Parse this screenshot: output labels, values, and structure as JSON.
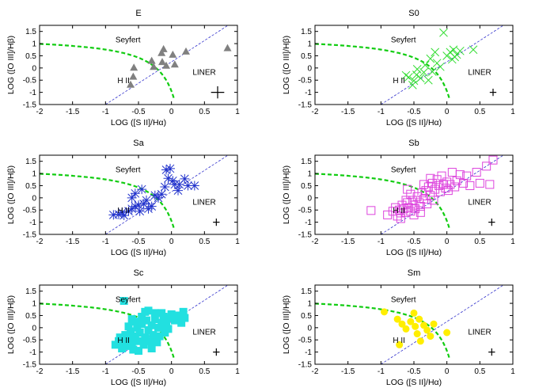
{
  "chart_data": [
    {
      "type": "scatter",
      "title": "E",
      "xlabel": "LOG ([S II]/Hα)",
      "ylabel": "LOG ([O III]/Hβ)",
      "xlim": [
        -2,
        1
      ],
      "ylim": [
        -1.5,
        1.75
      ],
      "xticks": [
        "-2",
        "-1.5",
        "-1",
        "-0.5",
        "0",
        "0.5",
        "1"
      ],
      "yticks": [
        "-1.5",
        "-1",
        "-0.5",
        "0",
        "0.5",
        "1",
        "1.5"
      ],
      "marker": "triangle",
      "color": "#808080",
      "region_labels": {
        "seyfert": "Seyfert",
        "hii": "H II",
        "liner": "LINER"
      },
      "points": [
        [
          -0.57,
          0.02
        ],
        [
          -0.58,
          -0.35
        ],
        [
          -0.62,
          -0.68
        ],
        [
          -0.3,
          0.3
        ],
        [
          -0.15,
          0.62
        ],
        [
          -0.12,
          0.78
        ],
        [
          -0.27,
          0.05
        ],
        [
          -0.14,
          0.25
        ],
        [
          -0.08,
          0.1
        ],
        [
          0.05,
          0.15
        ],
        [
          0.02,
          0.55
        ],
        [
          0.22,
          0.68
        ],
        [
          0.85,
          0.82
        ]
      ],
      "errorbar": {
        "x": 0.7,
        "y": -1.0,
        "dx": 0.1,
        "dy": 0.25
      }
    },
    {
      "type": "scatter",
      "title": "S0",
      "xlabel": "LOG ([S II]/Hα)",
      "ylabel": "LOG ([O III]/Hβ)",
      "xlim": [
        -2,
        1
      ],
      "ylim": [
        -1.5,
        1.75
      ],
      "xticks": [
        "-2",
        "-1.5",
        "-1",
        "-0.5",
        "0",
        "0.5",
        "1"
      ],
      "yticks": [
        "-1.5",
        "-1",
        "-0.5",
        "0",
        "0.5",
        "1",
        "1.5"
      ],
      "marker": "x",
      "color": "#33dd33",
      "region_labels": {
        "seyfert": "Seyfert",
        "hii": "H II",
        "liner": "LINER"
      },
      "points": [
        [
          -0.58,
          -0.38
        ],
        [
          -0.5,
          -0.52
        ],
        [
          -0.46,
          -0.28
        ],
        [
          -0.4,
          -0.42
        ],
        [
          -0.35,
          -0.18
        ],
        [
          -0.28,
          -0.5
        ],
        [
          -0.52,
          -0.7
        ],
        [
          -0.62,
          -0.3
        ],
        [
          -0.45,
          -0.05
        ],
        [
          -0.33,
          0.12
        ],
        [
          -0.25,
          0.38
        ],
        [
          -0.18,
          0.65
        ],
        [
          -0.05,
          1.45
        ],
        [
          -0.1,
          0.05
        ],
        [
          0.0,
          0.5
        ],
        [
          0.05,
          0.65
        ],
        [
          0.1,
          0.75
        ],
        [
          0.15,
          0.55
        ],
        [
          0.2,
          0.7
        ],
        [
          0.08,
          0.35
        ],
        [
          0.12,
          0.45
        ],
        [
          0.4,
          0.75
        ],
        [
          -0.22,
          -0.15
        ],
        [
          -0.15,
          0.2
        ]
      ],
      "errorbar": {
        "x": 0.7,
        "y": -1.0,
        "dx": 0.05,
        "dy": 0.15
      }
    },
    {
      "type": "scatter",
      "title": "Sa",
      "xlabel": "LOG ([S II]/Hα)",
      "ylabel": "LOG ([O III]/Hβ)",
      "xlim": [
        -2,
        1
      ],
      "ylim": [
        -1.5,
        1.75
      ],
      "xticks": [
        "-2",
        "-1.5",
        "-1",
        "-0.5",
        "0",
        "0.5",
        "1"
      ],
      "yticks": [
        "-1.5",
        "-1",
        "-0.5",
        "0",
        "0.5",
        "1",
        "1.5"
      ],
      "marker": "star",
      "color": "#2233cc",
      "region_labels": {
        "seyfert": "Seyfert",
        "hii": "H II",
        "liner": "LINER"
      },
      "points": [
        [
          -0.88,
          -0.7
        ],
        [
          -0.8,
          -0.68
        ],
        [
          -0.75,
          -0.6
        ],
        [
          -0.72,
          -0.72
        ],
        [
          -0.65,
          -0.55
        ],
        [
          -0.6,
          -0.45
        ],
        [
          -0.55,
          -0.35
        ],
        [
          -0.5,
          -0.3
        ],
        [
          -0.48,
          -0.55
        ],
        [
          -0.42,
          -0.25
        ],
        [
          -0.38,
          -0.1
        ],
        [
          -0.6,
          0.0
        ],
        [
          -0.55,
          0.18
        ],
        [
          -0.3,
          -0.35
        ],
        [
          -0.25,
          0.1
        ],
        [
          -0.2,
          0.0
        ],
        [
          -0.15,
          0.15
        ],
        [
          -0.1,
          0.45
        ],
        [
          -0.05,
          0.8
        ],
        [
          -0.08,
          1.15
        ],
        [
          -0.02,
          1.2
        ],
        [
          0.02,
          0.7
        ],
        [
          0.05,
          0.55
        ],
        [
          0.1,
          0.3
        ],
        [
          0.12,
          0.55
        ],
        [
          0.2,
          0.78
        ],
        [
          0.25,
          0.5
        ],
        [
          0.35,
          0.5
        ],
        [
          -0.45,
          0.35
        ],
        [
          -0.35,
          -0.45
        ]
      ],
      "errorbar": {
        "x": 0.68,
        "y": -1.0,
        "dx": 0.05,
        "dy": 0.15
      }
    },
    {
      "type": "scatter",
      "title": "Sb",
      "xlabel": "LOG ([S II]/Hα)",
      "ylabel": "LOG ([O III]/Hβ)",
      "xlim": [
        -2,
        1
      ],
      "ylim": [
        -1.5,
        1.75
      ],
      "xticks": [
        "-2",
        "-1.5",
        "-1",
        "-0.5",
        "0",
        "0.5",
        "1"
      ],
      "yticks": [
        "-1.5",
        "-1",
        "-0.5",
        "0",
        "0.5",
        "1",
        "1.5"
      ],
      "marker": "square-open",
      "color": "#dd44dd",
      "region_labels": {
        "seyfert": "Seyfert",
        "hii": "H II",
        "liner": "LINER"
      },
      "points": [
        [
          -1.15,
          -0.52
        ],
        [
          -0.9,
          -0.7
        ],
        [
          -0.82,
          -0.55
        ],
        [
          -0.78,
          -0.4
        ],
        [
          -0.75,
          -0.75
        ],
        [
          -0.72,
          -0.5
        ],
        [
          -0.7,
          -0.62
        ],
        [
          -0.68,
          -0.3
        ],
        [
          -0.65,
          -0.45
        ],
        [
          -0.62,
          -0.6
        ],
        [
          -0.6,
          -0.2
        ],
        [
          -0.58,
          -0.4
        ],
        [
          -0.55,
          -0.55
        ],
        [
          -0.52,
          -0.1
        ],
        [
          -0.5,
          -0.3
        ],
        [
          -0.48,
          -0.45
        ],
        [
          -0.45,
          0.05
        ],
        [
          -0.42,
          -0.2
        ],
        [
          -0.4,
          -0.35
        ],
        [
          -0.38,
          0.2
        ],
        [
          -0.35,
          -0.05
        ],
        [
          -0.32,
          0.3
        ],
        [
          -0.3,
          -0.25
        ],
        [
          -0.28,
          0.45
        ],
        [
          -0.25,
          0.1
        ],
        [
          -0.22,
          0.6
        ],
        [
          -0.2,
          -0.1
        ],
        [
          -0.18,
          0.35
        ],
        [
          -0.15,
          0.75
        ],
        [
          -0.12,
          0.5
        ],
        [
          -0.1,
          0.25
        ],
        [
          -0.08,
          0.9
        ],
        [
          -0.05,
          0.55
        ],
        [
          -0.02,
          0.4
        ],
        [
          0.0,
          0.65
        ],
        [
          0.02,
          0.3
        ],
        [
          0.05,
          0.55
        ],
        [
          0.08,
          1.05
        ],
        [
          0.12,
          0.45
        ],
        [
          0.15,
          0.7
        ],
        [
          0.2,
          0.95
        ],
        [
          0.25,
          0.6
        ],
        [
          0.3,
          0.9
        ],
        [
          0.35,
          0.5
        ],
        [
          0.45,
          1.05
        ],
        [
          0.5,
          0.6
        ],
        [
          0.6,
          1.3
        ],
        [
          0.7,
          1.55
        ],
        [
          0.65,
          0.55
        ],
        [
          -0.62,
          -0.1
        ],
        [
          -0.55,
          0.15
        ],
        [
          -0.5,
          -0.7
        ],
        [
          -0.4,
          -0.6
        ],
        [
          -0.7,
          -0.85
        ],
        [
          -0.35,
          0.55
        ],
        [
          -0.25,
          0.8
        ],
        [
          -0.6,
          0.35
        ]
      ],
      "errorbar": {
        "x": 0.68,
        "y": -1.0,
        "dx": 0.05,
        "dy": 0.15
      }
    },
    {
      "type": "scatter",
      "title": "Sc",
      "xlabel": "LOG ([S II]/Hα)",
      "ylabel": "LOG ([O III]/Hβ)",
      "xlim": [
        -2,
        1
      ],
      "ylim": [
        -1.5,
        1.75
      ],
      "xticks": [
        "-2",
        "-1.5",
        "-1",
        "-0.5",
        "0",
        "0.5",
        "1"
      ],
      "yticks": [
        "-1.5",
        "-1",
        "-0.5",
        "0",
        "0.5",
        "1",
        "1.5"
      ],
      "marker": "square-filled",
      "color": "#22e0e0",
      "region_labels": {
        "seyfert": "Seyfert",
        "hii": "H II",
        "liner": "LINER"
      },
      "points": [
        [
          -0.72,
          1.1
        ],
        [
          -0.85,
          -0.7
        ],
        [
          -0.8,
          -0.55
        ],
        [
          -0.78,
          -0.4
        ],
        [
          -0.75,
          -0.85
        ],
        [
          -0.72,
          -0.6
        ],
        [
          -0.7,
          -0.3
        ],
        [
          -0.68,
          -0.75
        ],
        [
          -0.65,
          -0.45
        ],
        [
          -0.62,
          -0.15
        ],
        [
          -0.6,
          -0.6
        ],
        [
          -0.58,
          -0.9
        ],
        [
          -0.55,
          -0.35
        ],
        [
          -0.52,
          0.0
        ],
        [
          -0.5,
          -0.55
        ],
        [
          -0.48,
          -0.2
        ],
        [
          -0.45,
          0.15
        ],
        [
          -0.42,
          -0.7
        ],
        [
          -0.4,
          -0.4
        ],
        [
          -0.38,
          0.3
        ],
        [
          -0.35,
          -0.1
        ],
        [
          -0.32,
          -0.55
        ],
        [
          -0.3,
          0.1
        ],
        [
          -0.28,
          -0.3
        ],
        [
          -0.25,
          0.35
        ],
        [
          -0.22,
          -0.6
        ],
        [
          -0.2,
          0.0
        ],
        [
          -0.18,
          -0.35
        ],
        [
          -0.15,
          0.2
        ],
        [
          -0.12,
          0.45
        ],
        [
          -0.1,
          -0.2
        ],
        [
          -0.08,
          0.1
        ],
        [
          -0.05,
          0.4
        ],
        [
          0.0,
          0.55
        ],
        [
          0.05,
          0.3
        ],
        [
          0.1,
          0.5
        ],
        [
          0.15,
          0.2
        ],
        [
          0.18,
          0.65
        ],
        [
          0.2,
          0.4
        ],
        [
          -0.45,
          0.45
        ],
        [
          -0.4,
          0.65
        ],
        [
          -0.35,
          0.7
        ],
        [
          -0.55,
          0.25
        ],
        [
          -0.65,
          0.05
        ],
        [
          -0.6,
          0.35
        ],
        [
          -0.3,
          -0.85
        ],
        [
          -0.5,
          -0.95
        ],
        [
          -0.25,
          0.6
        ],
        [
          -0.15,
          0.6
        ],
        [
          -0.05,
          -0.05
        ]
      ],
      "errorbar": {
        "x": 0.68,
        "y": -1.0,
        "dx": 0.05,
        "dy": 0.15
      }
    },
    {
      "type": "scatter",
      "title": "Sm",
      "xlabel": "LOG ([S II]/Hα)",
      "ylabel": "LOG ([O III]/Hβ)",
      "xlim": [
        -2,
        1
      ],
      "ylim": [
        -1.5,
        1.75
      ],
      "xticks": [
        "-2",
        "-1.5",
        "-1",
        "-0.5",
        "0",
        "0.5",
        "1"
      ],
      "yticks": [
        "-1.5",
        "-1",
        "-0.5",
        "0",
        "0.5",
        "1",
        "1.5"
      ],
      "marker": "circle-filled",
      "color": "#ffee00",
      "region_labels": {
        "seyfert": "Seyfert",
        "hii": "H II",
        "liner": "LINER"
      },
      "points": [
        [
          -0.95,
          0.65
        ],
        [
          -0.75,
          0.35
        ],
        [
          -0.68,
          0.15
        ],
        [
          -0.72,
          -0.7
        ],
        [
          -0.62,
          -0.05
        ],
        [
          -0.55,
          0.25
        ],
        [
          -0.5,
          0.6
        ],
        [
          -0.48,
          0.05
        ],
        [
          -0.45,
          -0.25
        ],
        [
          -0.42,
          0.35
        ],
        [
          -0.4,
          -0.55
        ],
        [
          -0.35,
          0.1
        ],
        [
          -0.3,
          -0.1
        ],
        [
          -0.25,
          -0.35
        ],
        [
          -0.2,
          0.15
        ],
        [
          0.0,
          -0.2
        ]
      ],
      "errorbar": {
        "x": 0.68,
        "y": -1.0,
        "dx": 0.05,
        "dy": 0.15
      }
    }
  ]
}
